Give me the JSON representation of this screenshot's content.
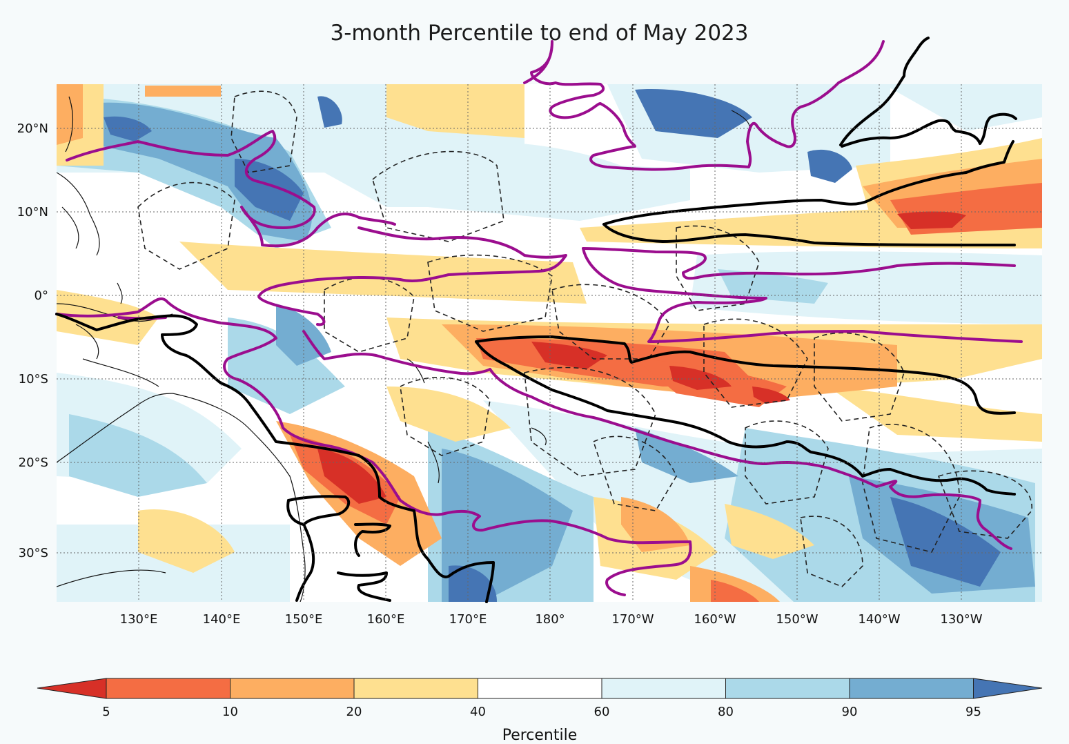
{
  "title": "3-month Percentile to end of May 2023",
  "chart_data": {
    "type": "heatmap",
    "title": "3-month Percentile to end of May 2023",
    "x_ticks": [
      "130°E",
      "140°E",
      "150°E",
      "160°E",
      "170°E",
      "180°",
      "170°W",
      "160°W",
      "150°W",
      "140°W",
      "130°W"
    ],
    "y_ticks": [
      "20°N",
      "10°N",
      "0°",
      "10°S",
      "20°S",
      "30°S"
    ],
    "grid": true,
    "colorbar": {
      "label": "Percentile",
      "orientation": "horizontal",
      "extend": "both",
      "boundaries": [
        5,
        10,
        20,
        40,
        60,
        80,
        90,
        95
      ],
      "tick_labels": [
        "5",
        "10",
        "20",
        "40",
        "60",
        "80",
        "90",
        "95"
      ],
      "colors": [
        "#d73027",
        "#f46d43",
        "#fdae61",
        "#fee090",
        "#ffffff",
        "#e0f3f8",
        "#abd9e9",
        "#74add1",
        "#4575b4"
      ]
    },
    "overlays": {
      "purple_contours": "#9b0d8e",
      "black_contours": "#000000",
      "dashed_boundaries": "#222222"
    }
  },
  "colors": {
    "background": "#f6fafb",
    "gridline": "#666666"
  }
}
